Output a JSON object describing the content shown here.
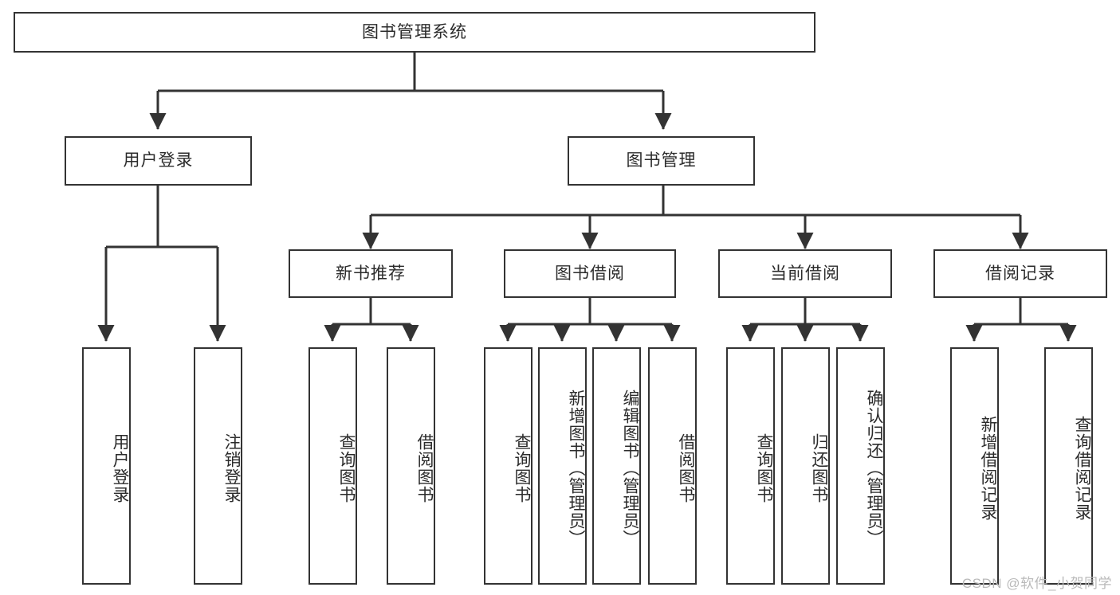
{
  "diagram": {
    "title": "图书管理系统",
    "type": "tree-hierarchy",
    "stroke_color": "#333333",
    "background_color": "#ffffff",
    "text_color": "#2b2b2b",
    "watermark": "CSDN @软件_小贺同学"
  },
  "nodes": {
    "root": {
      "label": "图书管理系统"
    },
    "level2": [
      {
        "label": "用户登录"
      },
      {
        "label": "图书管理"
      }
    ],
    "level3": [
      {
        "label": "新书推荐"
      },
      {
        "label": "图书借阅"
      },
      {
        "label": "当前借阅"
      },
      {
        "label": "借阅记录"
      }
    ],
    "leaves": {
      "user_login": [
        {
          "label": "用户登录"
        },
        {
          "label": "注销登录"
        }
      ],
      "new_book_recommend": [
        {
          "label": "查询图书"
        },
        {
          "label": "借阅图书"
        }
      ],
      "book_borrow": [
        {
          "label": "查询图书"
        },
        {
          "label": "新增图书（管理员）"
        },
        {
          "label": "编辑图书（管理员）"
        },
        {
          "label": "借阅图书"
        }
      ],
      "current_borrow": [
        {
          "label": "查询图书"
        },
        {
          "label": "归还图书"
        },
        {
          "label": "确认归还（管理员）"
        }
      ],
      "borrow_record": [
        {
          "label": "新增借阅记录"
        },
        {
          "label": "查询借阅记录"
        }
      ]
    }
  }
}
